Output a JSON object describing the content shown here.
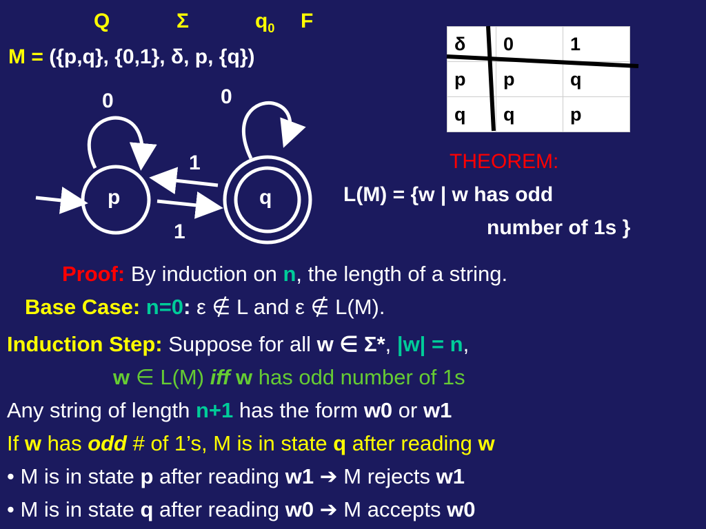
{
  "header": {
    "labels": [
      "Q",
      "Σ",
      "q",
      "0",
      "F"
    ],
    "m_name": "M",
    "m_eq": "=",
    "m_tuple": "({p,q}, {0,1}, δ, p, {q})"
  },
  "diagram": {
    "state_p": "p",
    "state_q": "q",
    "loop_p": "0",
    "loop_q": "0",
    "edge_q_to_p": "1",
    "edge_p_to_q": "1"
  },
  "table": {
    "header": [
      "δ",
      "0",
      "1"
    ],
    "rows": [
      [
        "p",
        "p",
        "q"
      ],
      [
        "q",
        "q",
        "p"
      ]
    ]
  },
  "theorem": {
    "title": "THEOREM:",
    "line1": "L(M) = {w | w has odd",
    "line2": "number of 1s }"
  },
  "proof": {
    "label": "Proof:",
    "t1": " By induction on ",
    "n": "n",
    "t2": ", the length of a string."
  },
  "base": {
    "label": "Base Case:",
    "n0": " n=0",
    "colon": ":",
    "rest": " ε ∉ L and ε ∉ L(M)."
  },
  "induction": {
    "label": "Induction Step:",
    "t1": " Suppose for all ",
    "w": "w",
    "in_sigma": " ∈ Σ*",
    "comma": ", ",
    "len": "|w| = n",
    "comma2": ",",
    "l2_w": "w",
    "l2_in": " ∈ L(M) ",
    "l2_iff": "iff",
    "l2_w2": " w",
    "l2_rest": " has odd number of 1s"
  },
  "line_any": {
    "t1": "Any string of length ",
    "n1": "n+1",
    "t2": " has the form ",
    "w0": "w0",
    "t3": " or ",
    "w1": "w1"
  },
  "line_if": {
    "t1": "If ",
    "w": "w",
    "t2": " has ",
    "odd": "odd",
    "t3": "  # of 1’s, M is in state ",
    "q": "q",
    "t4": " after reading ",
    "w2": "w"
  },
  "bullet1": {
    "bullet": "•",
    "t1": " M is in state ",
    "p": "p",
    "t2": " after reading ",
    "w1": "w1",
    "arrow": " ➔ ",
    "t3": "M rejects ",
    "w1b": "w1"
  },
  "bullet2": {
    "bullet": "•",
    "t1": " M is in state ",
    "q": "q",
    "t2": " after reading ",
    "w0": "w0",
    "arrow": " ➔ ",
    "t3": "M accepts ",
    "w0b": "w0"
  },
  "colors": {
    "background": "#1b1a5e",
    "yellow": "#ffff00",
    "red": "#ff0000",
    "green": "#00cc99",
    "light_green": "#66cc33"
  }
}
